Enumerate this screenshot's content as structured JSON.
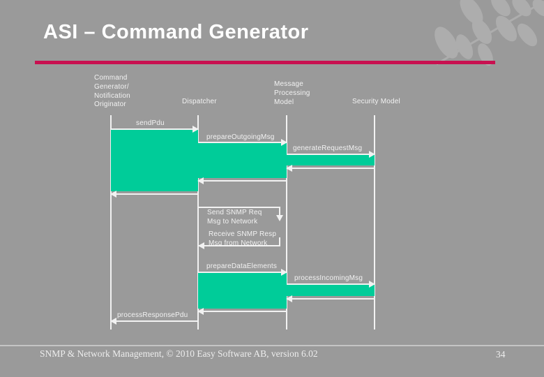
{
  "slide": {
    "title": "ASI – Command Generator",
    "footer_text": "SNMP & Network Management, © 2010 Easy Software AB, version 6.02",
    "page_number": "34"
  },
  "colors": {
    "background": "#9a9a9a",
    "accent_line": "#c81050",
    "activation_fill": "#00cc99",
    "diagram_lines": "#f2f2f2",
    "leaf_decoration": "#adadad",
    "footer_divider": "#c5c5c5"
  },
  "diagram": {
    "lifelines": [
      {
        "label": "Command\nGenerator/\nNotification\nOriginator"
      },
      {
        "label": "Dispatcher"
      },
      {
        "label": "Message\nProcessing\nModel"
      },
      {
        "label": "Security Model"
      }
    ],
    "messages": {
      "send_pdu": "sendPdu",
      "prepare_outgoing_msg": "prepareOutgoingMsg",
      "generate_request_msg": "generateRequestMsg",
      "send_snmp": "Send SNMP Req\nMsg to Network",
      "receive_snmp": "Receive SNMP Resp\nMsg from Network",
      "prepare_data_elements": "prepareDataElements",
      "process_incoming_msg": "processIncomingMsg",
      "process_response_pdu": "processResponsePdu"
    }
  }
}
